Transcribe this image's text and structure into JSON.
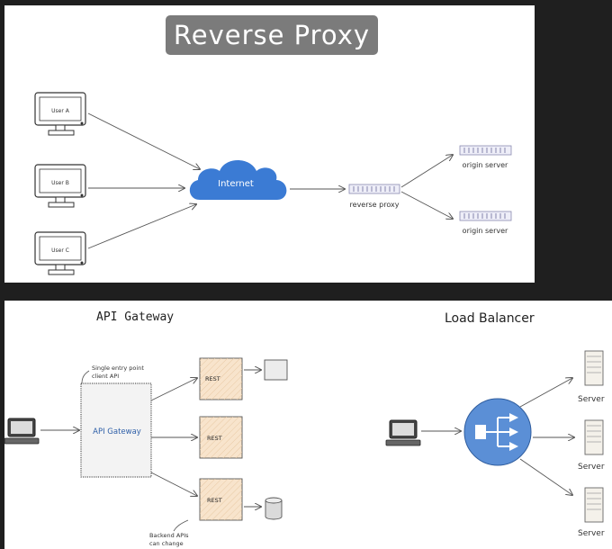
{
  "top": {
    "title": "Reverse Proxy",
    "users": [
      "User A",
      "User B",
      "User C"
    ],
    "cloud_label": "Internet",
    "proxy_label": "reverse proxy",
    "origin_labels": [
      "origin server",
      "origin server"
    ]
  },
  "api_gateway": {
    "heading": "API Gateway",
    "box_label": "API Gateway",
    "note_top": [
      "Single entry point",
      "client API"
    ],
    "services": [
      "REST",
      "REST",
      "REST"
    ],
    "note_bottom": [
      "Backend APIs",
      "can change"
    ]
  },
  "load_balancer": {
    "heading": "Load Balancer",
    "servers": [
      "Server",
      "Server",
      "Server"
    ]
  },
  "colors": {
    "cloud": "#3b7bd4",
    "balancer": "#5b8fd6",
    "rest_box": "#f8e4cc",
    "gateway_box": "#f3f3f3",
    "badge": "#7b7b7b"
  }
}
